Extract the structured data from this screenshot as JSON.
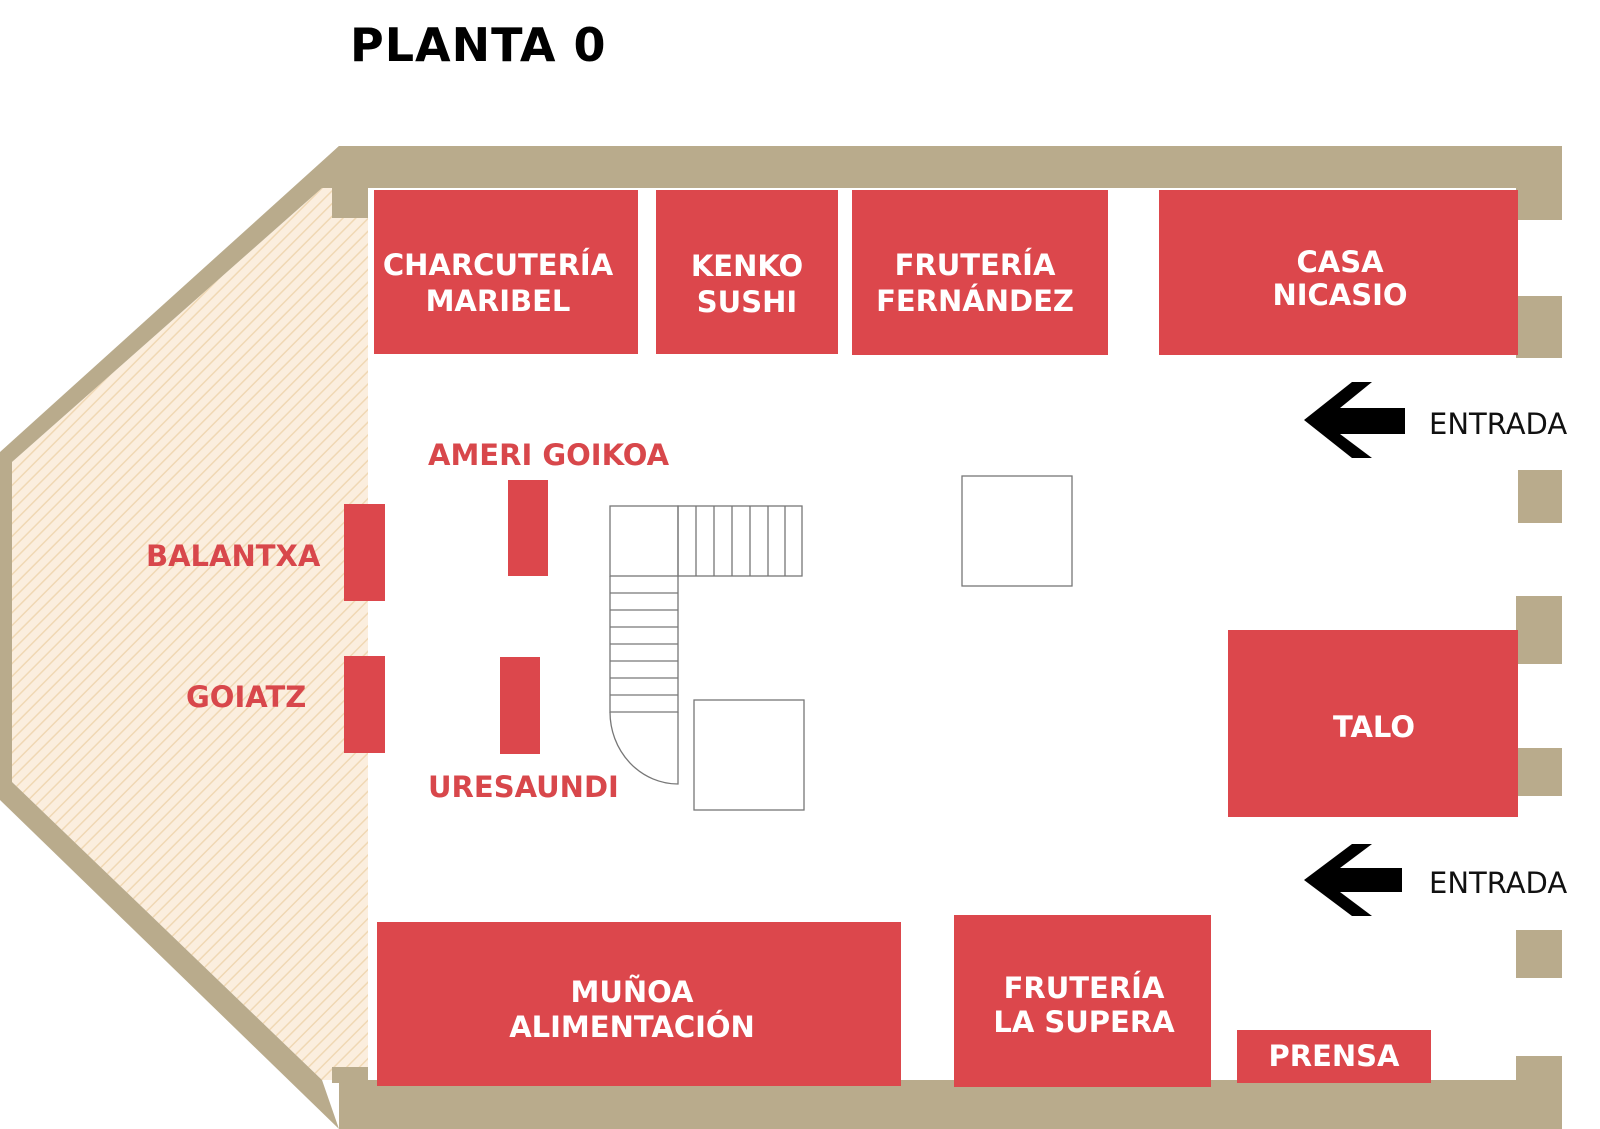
{
  "title": "PLANTA 0",
  "colors": {
    "wall": "#b9ab8c",
    "stall": "#dc474c",
    "label": "#d8474b",
    "hatch_bg": "#fbeede",
    "hatch_line": "#f0d8b4",
    "arrow": "#000000"
  },
  "stalls": {
    "charcuteria": [
      "CHARCUTERÍA",
      "MARIBEL"
    ],
    "kenko": [
      "KENKO",
      "SUSHI"
    ],
    "fruteria_fernandez": [
      "FRUTERÍA",
      "FERNÁNDEZ"
    ],
    "casa_nicasio": [
      "CASA",
      "NICASIO"
    ],
    "talo": [
      "TALO"
    ],
    "munoa": [
      "MUÑOA",
      "ALIMENTACIÓN"
    ],
    "fruteria_supera": [
      "FRUTERÍA",
      "LA SUPERA"
    ],
    "prensa": [
      "PRENSA"
    ]
  },
  "outside_labels": {
    "ameri": "AMERI GOIKOA",
    "balantxa": "BALANTXA",
    "goiatz": "GOIATZ",
    "uresaundi": "URESAUNDI"
  },
  "entrances": {
    "top": "ENTRADA",
    "bottom": "ENTRADA"
  },
  "icons": {
    "entrance_arrow": "left-arrow-icon",
    "staircase": "staircase-icon"
  }
}
